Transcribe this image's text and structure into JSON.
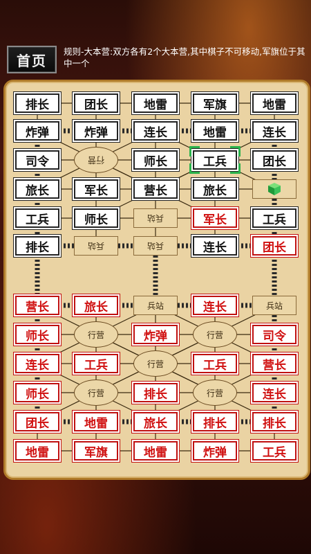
{
  "header": {
    "home_label": "首页",
    "rules_text": "规则-大本营:双方各有2个大本营,其中棋子不可移动,军旗位于其中一个"
  },
  "labels": {
    "station": "兵站",
    "camp": "行营"
  },
  "colors": {
    "board": "#ead3a3",
    "red_side": "#d01010",
    "black_side": "#111111",
    "selection": "#2bb24c"
  },
  "board": {
    "top": [
      [
        "排长",
        "团长",
        "地雷",
        "军旗",
        "地雷"
      ],
      [
        "炸弹",
        "炸弹",
        "连长",
        "地雷",
        "连长"
      ],
      [
        "司令",
        "",
        "师长",
        "工兵",
        "团长"
      ],
      [
        "旅长",
        "军长",
        "营长",
        "旅长",
        ""
      ],
      [
        "工兵",
        "师长",
        "",
        "军长",
        "工兵"
      ],
      [
        "排长",
        "",
        "",
        "连长",
        "团长"
      ]
    ],
    "bottom": [
      [
        "营长",
        "旅长",
        "",
        "连长",
        ""
      ],
      [
        "师长",
        "",
        "炸弹",
        "",
        "司令"
      ],
      [
        "连长",
        "工兵",
        "",
        "工兵",
        "营长"
      ],
      [
        "师长",
        "",
        "排长",
        "",
        "连长"
      ],
      [
        "团长",
        "地雷",
        "旅长",
        "排长",
        "排长"
      ],
      [
        "地雷",
        "军旗",
        "地雷",
        "炸弹",
        "工兵"
      ]
    ]
  },
  "selected_piece": "工兵",
  "marker_icon": "green-cube-icon"
}
